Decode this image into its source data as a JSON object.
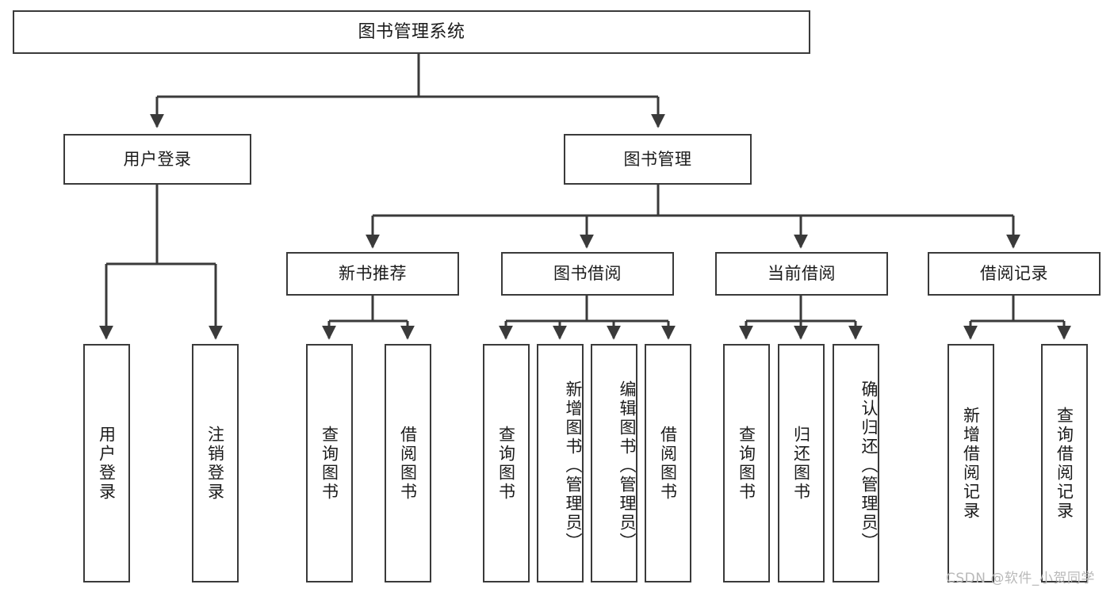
{
  "diagram": {
    "type": "tree",
    "title": "图书管理系统",
    "root": {
      "label": "图书管理系统"
    },
    "level1": [
      {
        "label": "用户登录"
      },
      {
        "label": "图书管理"
      }
    ],
    "level2": [
      {
        "label": "新书推荐"
      },
      {
        "label": "图书借阅"
      },
      {
        "label": "当前借阅"
      },
      {
        "label": "借阅记录"
      }
    ],
    "leaves": {
      "user_login": [
        {
          "label": "用户登录"
        },
        {
          "label": "注销登录"
        }
      ],
      "new_book_recommend": [
        {
          "label": "查询图书"
        },
        {
          "label": "借阅图书"
        }
      ],
      "book_borrow": [
        {
          "label": "查询图书"
        },
        {
          "label": "新增图书（管理员）"
        },
        {
          "label": "编辑图书（管理员）"
        },
        {
          "label": "借阅图书"
        }
      ],
      "current_borrow": [
        {
          "label": "查询图书"
        },
        {
          "label": "归还图书"
        },
        {
          "label": "确认归还（管理员）"
        }
      ],
      "borrow_record": [
        {
          "label": "新增借阅记录"
        },
        {
          "label": "查询借阅记录"
        }
      ]
    }
  },
  "watermark": {
    "text": "CSDN @软件_小贺同学"
  },
  "colors": {
    "stroke": "#3a3a3a",
    "box_fill": "#ffffff",
    "text": "#1b1b1b",
    "watermark": "#b9b9b9",
    "background": "#ffffff"
  }
}
